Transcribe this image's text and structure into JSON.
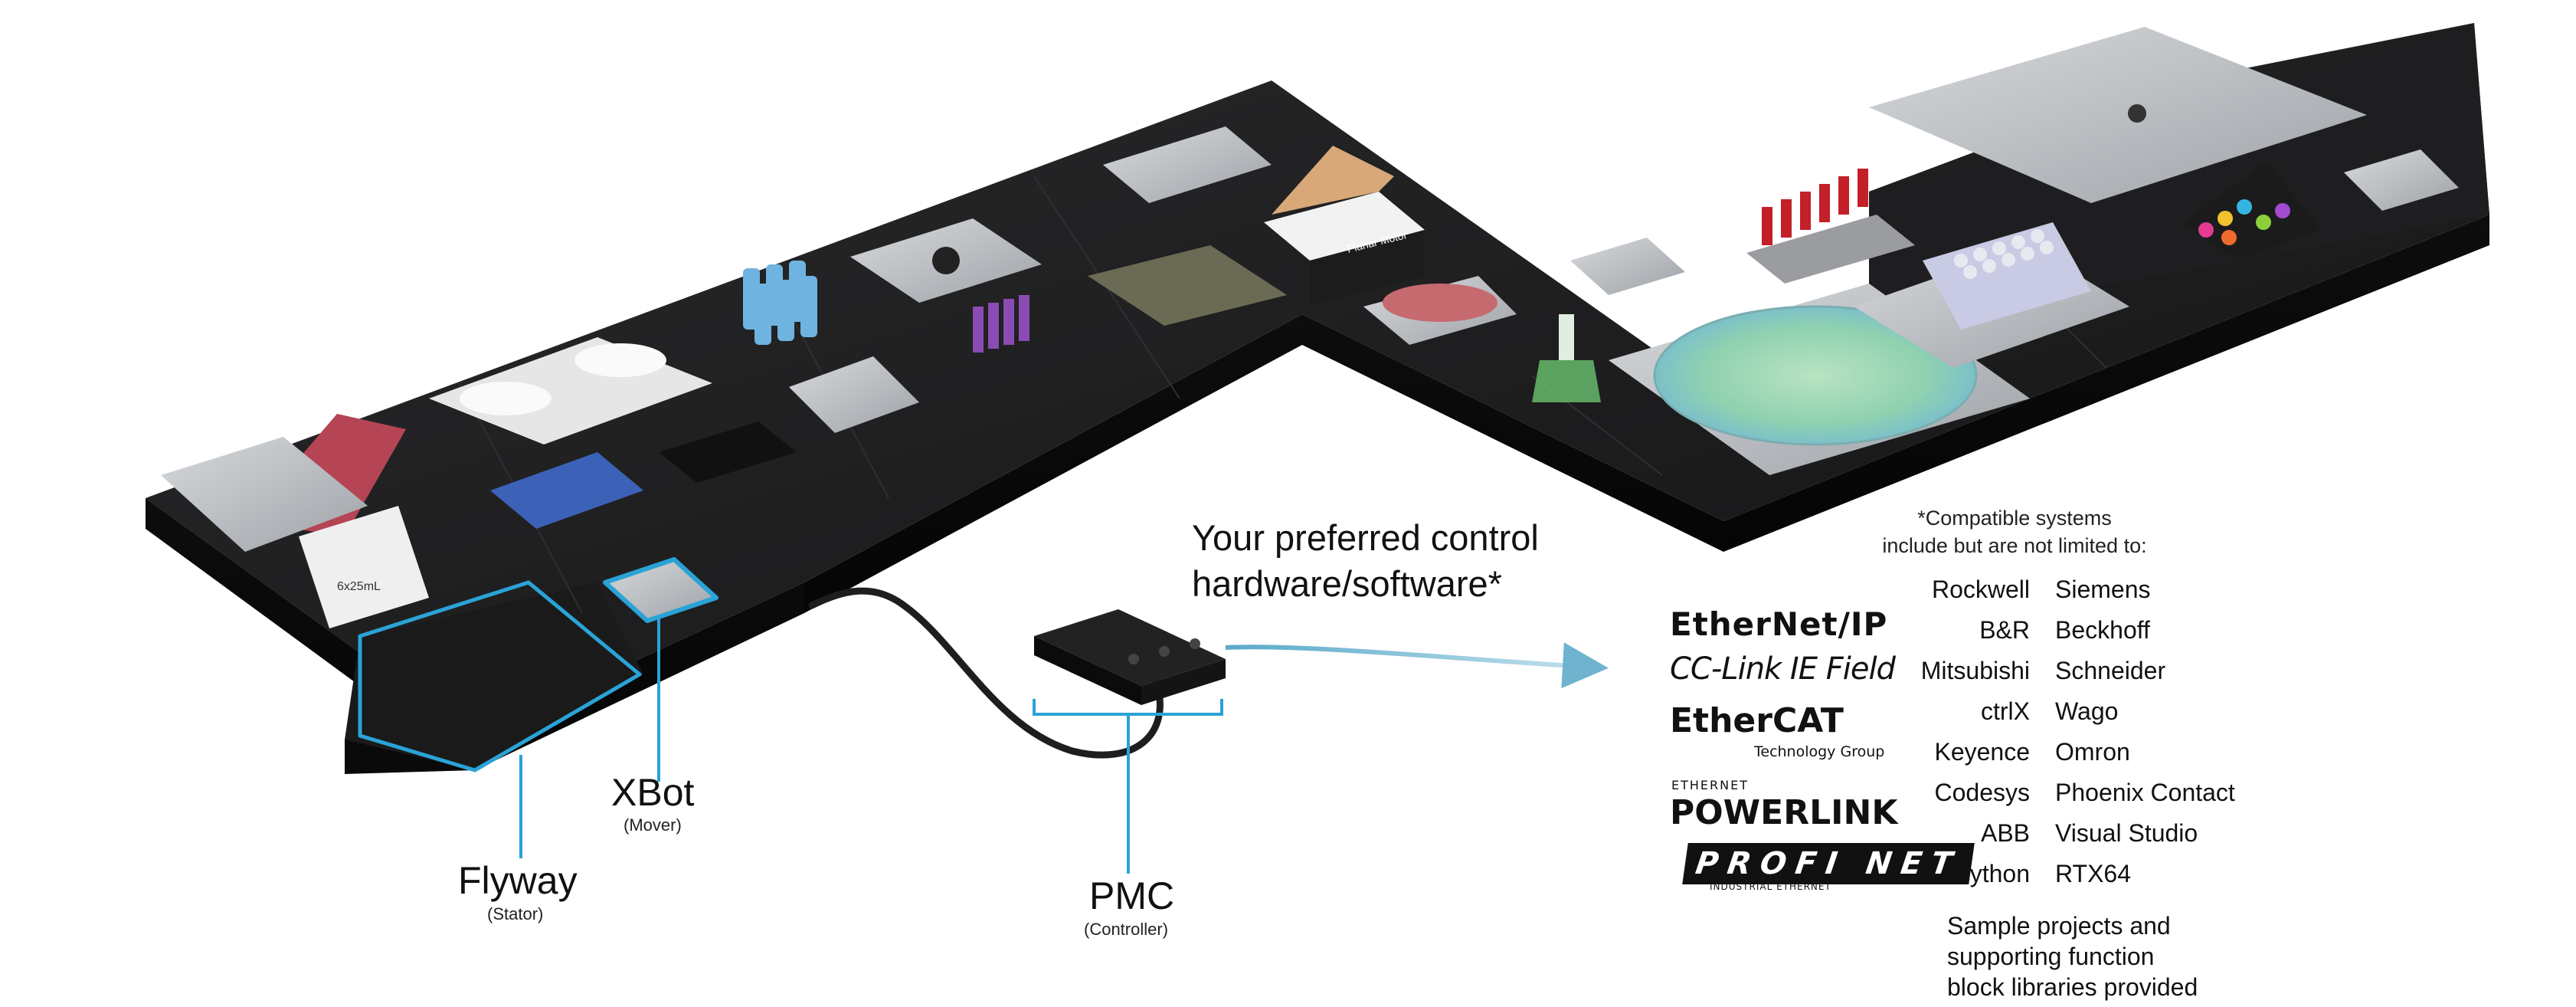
{
  "labels": {
    "flyway": "Flyway",
    "flyway_sub": "(Stator)",
    "xbot": "XBot",
    "xbot_sub": "(Mover)",
    "pmc": "PMC",
    "pmc_sub": "(Controller)",
    "headline_line1": "Your preferred control",
    "headline_line2": "hardware/software*",
    "compat_line1": "*Compatible systems",
    "compat_line2": "include but are not limited to:",
    "sample_line1": "Sample projects and",
    "sample_line2": "supporting function",
    "sample_line3": "block libraries provided"
  },
  "product_labels": {
    "box_brand": "Planar Motor",
    "vial_label": "6x25mL"
  },
  "protocol_logos": [
    {
      "name": "ethernet-ip-logo",
      "text": "EtherNet/IP"
    },
    {
      "name": "cc-link-logo",
      "text": "CC-Link IE Field"
    },
    {
      "name": "ethercat-logo",
      "text": "EtherCAT",
      "subtext": "Technology Group"
    },
    {
      "name": "powerlink-logo",
      "text": "POWERLINK",
      "pretext": "ETHERNET"
    },
    {
      "name": "profinet-logo",
      "text": "PROFI NET",
      "subtext": "INDUSTRIAL ETHERNET"
    }
  ],
  "vendors_left": [
    "Rockwell",
    "B&R",
    "Mitsubishi",
    "ctrlX",
    "Keyence",
    "Codesys",
    "ABB",
    "Python"
  ],
  "vendors_right": [
    "Siemens",
    "Beckhoff",
    "Schneider",
    "Wago",
    "Omron",
    "Phoenix Contact",
    "Visual Studio",
    "RTX64"
  ],
  "colors": {
    "highlight_blue": "#2aa3d6",
    "stator_black": "#1c1c1e",
    "mover_grey": "#b9bcc0",
    "cable": "#2a2a2a",
    "cable_accent": "#5aa9c9"
  }
}
